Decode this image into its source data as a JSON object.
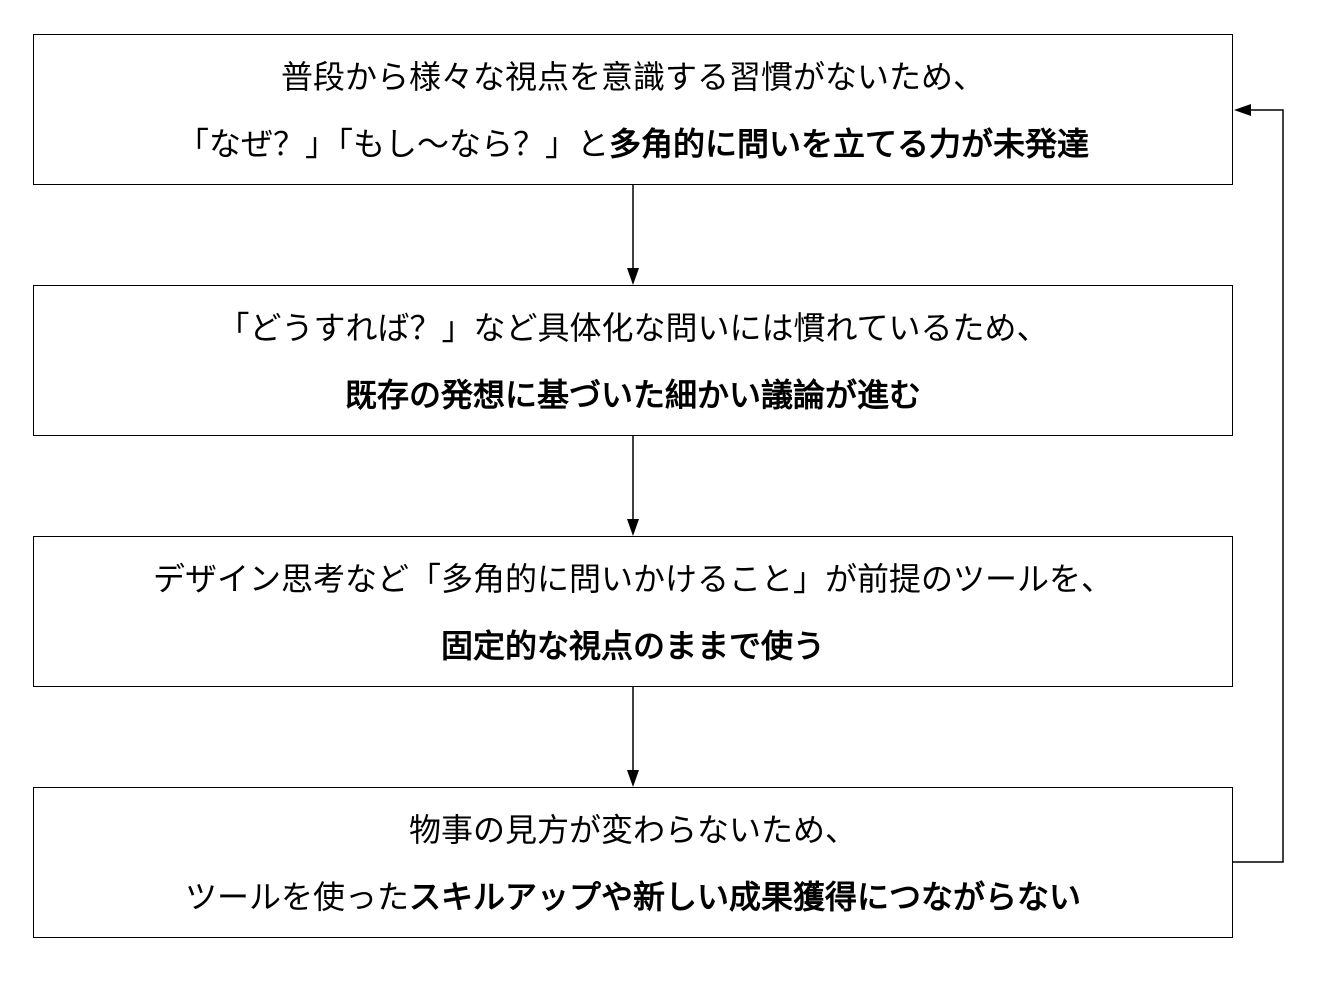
{
  "boxes": [
    {
      "line1": "普段から様々な視点を意識する習慣がないため、",
      "line2_normal": "「なぜ？」「もし〜なら？」と",
      "line2_bold": "多角的に問いを立てる力が未発達"
    },
    {
      "line1": "「どうすれば？」など具体化な問いには慣れているため、",
      "line2_bold": "既存の発想に基づいた細かい議論が進む"
    },
    {
      "line1": "デザイン思考など「多角的に問いかけること」が前提のツールを、",
      "line2_bold": "固定的な視点のままで使う"
    },
    {
      "line1": "物事の見方が変わらないため、",
      "line2_normal": "ツールを使った",
      "line2_bold": "スキルアップや新しい成果獲得につながらない"
    }
  ],
  "colors": {
    "stroke": "#000000",
    "background": "#ffffff"
  }
}
